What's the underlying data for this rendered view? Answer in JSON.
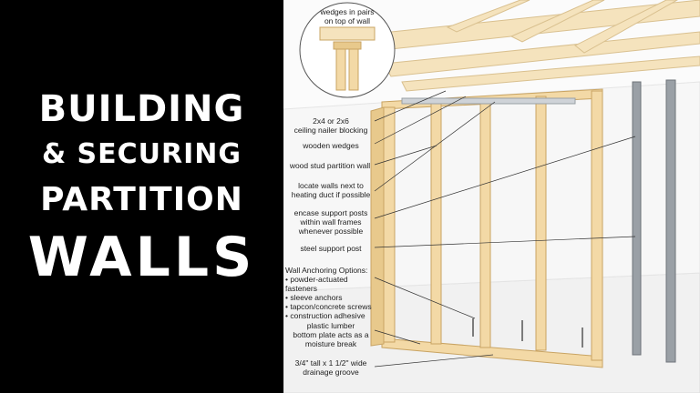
{
  "title": {
    "line1": "BUILDING",
    "line2": "& SECURING",
    "line3": "PARTITION",
    "line4": "WALLS"
  },
  "diagram": {
    "inset_label": "wedges in pairs\non top of wall",
    "labels": [
      {
        "text": "2x4 or 2x6\nceiling nailer blocking"
      },
      {
        "text": "wooden wedges"
      },
      {
        "text": "wood stud partition wall"
      },
      {
        "text": "locate walls next to\nheating duct if possible"
      },
      {
        "text": "encase support posts\nwithin wall frames\nwhenever possible"
      },
      {
        "text": "steel support post"
      },
      {
        "text": "Wall Anchoring Options:\n• powder-actuated fasteners\n• sleeve anchors\n• tapcon/concrete screws\n• construction adhesive"
      },
      {
        "text": "plastic lumber\nbottom plate acts as a\nmoisture break"
      },
      {
        "text": "3/4\" tall x 1 1/2\" wide\ndrainage groove"
      }
    ]
  },
  "colors": {
    "background_left": "#000000",
    "title_text": "#ffffff",
    "wood": "#f3d9a6",
    "wood_edge": "#c9a463",
    "steel": "#8a8f96"
  }
}
